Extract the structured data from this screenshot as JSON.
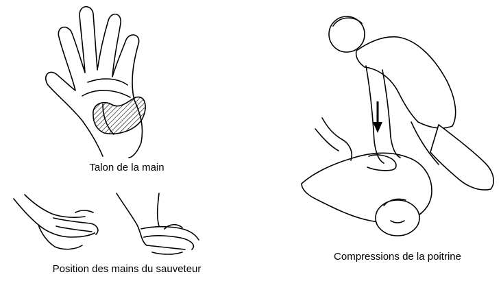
{
  "captions": {
    "heel_of_hand": "Talon de la main",
    "rescuer_hand_position": "Position des mains du sauveteur",
    "chest_compressions": "Compressions de la poitrine"
  },
  "colors": {
    "ink": "#000000",
    "background": "#ffffff"
  }
}
